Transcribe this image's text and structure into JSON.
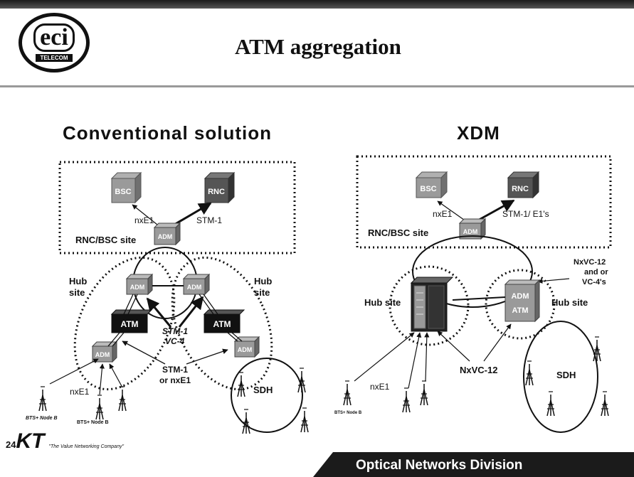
{
  "header": {
    "logo_text": "eci",
    "logo_sub": "TELECOM",
    "title": "ATM aggregation"
  },
  "conventional": {
    "title": "Conventional solution",
    "bsc": "BSC",
    "rnc": "RNC",
    "nxe1_top": "nxE1",
    "stm1_top": "STM-1",
    "site_label": "RNC/BSC site",
    "adm": "ADM",
    "hub_left_line1": "Hub",
    "hub_left_line2": "site",
    "hub_right_line1": "Hub",
    "hub_right_line2": "site",
    "atm": "ATM",
    "stm1_vc4_line1": "STM-1",
    "stm1_vc4_line2": "VC-4",
    "stm1_nxe1_line1": "STM-1",
    "stm1_nxe1_line2": "or nxE1",
    "nxe1_bottom": "nxE1",
    "sdh": "SDH",
    "bts1": "BTS+ Node B",
    "bts2": "BTS+ Node B"
  },
  "xdm": {
    "title": "XDM",
    "bsc": "BSC",
    "rnc": "RNC",
    "nxe1_top": "nxE1",
    "stm1_top": "STM-1/ E1's",
    "site_label": "RNC/BSC site",
    "adm": "ADM",
    "nxvc12_top_line1": "NxVC-12",
    "nxvc12_top_line2": "and or",
    "nxvc12_top_line3": "VC-4's",
    "hub_left": "Hub site",
    "hub_right": "Hub site",
    "adm_atm_line1": "ADM",
    "adm_atm_line2": "ATM",
    "nxvc12_bottom": "NxVC-12",
    "sdh": "SDH",
    "nxe1_bottom": "nxE1",
    "bts": "BTS+ Node B"
  },
  "footer": {
    "page_num": "24",
    "brand": "KT",
    "slogan": "\"The Value Networking Company\"",
    "division": "Optical  Networks Division"
  }
}
